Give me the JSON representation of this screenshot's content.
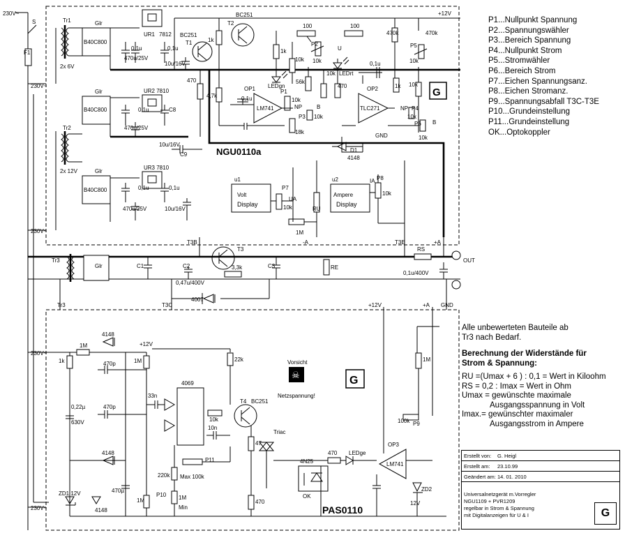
{
  "boards": {
    "top": "NGU0110a",
    "bottom": "PAS0110"
  },
  "supply_labels": {
    "v230_top": "230V~",
    "v230_a": "230V~",
    "v230_b": "230V~",
    "v230_c": "230V~",
    "v230_d": "230V~",
    "plus12_top": "+12V",
    "plus12_mid": "+12V",
    "plus12_low": "+12V",
    "gnd": "GND",
    "gnd2": "GND",
    "plusA": "+A",
    "plusA2": "+A",
    "plusA3": "+A",
    "minusA": "-A",
    "out": "OUT",
    "s": "S"
  },
  "components": {
    "f1": "F1",
    "tr1": "Tr1",
    "tr1_sec": "2x 6V",
    "tr2": "Tr2",
    "tr2_sec": "2x 12V",
    "tr3": "Tr3",
    "tr3b": "Tr3",
    "glr1": "Glr",
    "glr2": "Glr",
    "glr3": "Glr",
    "glr4": "Glr",
    "br1": "B40C800",
    "br2": "B40C800",
    "br3": "B40C800",
    "ur1": "UR1",
    "ur1_type": "7812",
    "ur2": "UR2 7810",
    "ur3": "UR3 7810",
    "c_01u": "0,1u",
    "c_470u": "470u/25V",
    "c_10u": "10u/16V",
    "c8": "C8",
    "c9": "C9",
    "bc251": "BC251",
    "t1": "T1",
    "t2": "T2",
    "bc251b": "BC251",
    "t3": "T3",
    "t4": "T4",
    "bc251c": "BC251",
    "r1k": "1k",
    "r100a": "100",
    "r100b": "100",
    "r470a": "470k",
    "r470b": "470k",
    "r470": "470",
    "r10k": "10k",
    "r4k7": "4,7k",
    "r18k": "18k",
    "r56k": "56k",
    "r1m": "1M",
    "r3k3": "3,3k",
    "re": "RE",
    "rs": "RS",
    "ru": "RU",
    "op1": "OP1",
    "op1_type": "LM741",
    "op2": "OP2",
    "op2_type": "TLC271",
    "op3": "OP3",
    "op3_type": "LM741",
    "ledgn": "LEDgn",
    "ledrt": "LEDrt",
    "ledge": "LEDge",
    "np": "NP",
    "d1": "D1",
    "d1_type": "4148",
    "u1": "u1",
    "u2": "u2",
    "volt": "Volt",
    "ampere": "Ampere",
    "display": "Display",
    "display2": "Display",
    "p1": "P1",
    "p2": "P2",
    "p3": "P3",
    "p4": "P4",
    "p5": "P5",
    "p6": "P6",
    "p7": "P7",
    "p8": "P8",
    "p9": "P9",
    "p10": "P10",
    "p11": "P11",
    "ua": "UA",
    "ia": "IA",
    "u": "U",
    "b": "B",
    "t3b": "T3B",
    "t3e": "T3E",
    "t3c": "T3C",
    "c1": "C1",
    "c2": "C2",
    "c3": "C3",
    "c2v": "0,47u/400V",
    "cout": "0,1u/400V",
    "d4007": "4007",
    "d4148a": "4148",
    "d4148b": "4148",
    "d4148c": "4148",
    "c470p": "470p",
    "c470p2": "470p",
    "c33n": "33n",
    "c10n": "10n",
    "c022": "0,22µ",
    "c630": "630V",
    "c470u": "470µ",
    "zd1": "ZD1 12V",
    "zd2": "ZD2",
    "v12": "12V",
    "ic4069": "4069",
    "r22k": "22k",
    "r220k": "220k",
    "max100k": "Max 100k",
    "min": "Min",
    "r100k": "100k",
    "triac": "Triac",
    "r47": "47",
    "n4n25": "4N25",
    "ok": "OK",
    "versicht": "Vorsicht",
    "netz": "Netzspannung!"
  },
  "legend": [
    "P1...Nullpunkt Spannung",
    "P2...Spannungswähler",
    "P3...Bereich Spannung",
    "P4...Nullpunkt Strom",
    "P5...Stromwähler",
    "P6...Bereich Strom",
    "P7...Eichen Spannungsanz.",
    "P8...Eichen Stromanz.",
    "P9...Spannungsabfall T3C-T3E",
    "P10...Grundeinstellung",
    "P11...Grundeinstellung",
    "OK...Optokoppler"
  ],
  "notes": {
    "line1": "Alle unbewerteten Bauteile ab",
    "line2": "Tr3 nach Bedarf.",
    "heading1": "Berechnung der Widerstände für",
    "heading2": "Strom & Spannung:",
    "f1": "RU =(Umax + 6 ) : 0,1 = Wert in Kiloohm",
    "f2": "RS = 0,2 : Imax = Wert in Ohm",
    "f3": "Umax = gewünschte maximale",
    "f3b": "Ausgangsspannung in Volt",
    "f4": "Imax.= gewünschter maximaler",
    "f4b": "Ausgangsstrom in Ampere"
  },
  "title_block": {
    "k1": "Erstellt von:",
    "v1": "G. Heigl",
    "k2": "Erstellt am:",
    "v2": "23.10.99",
    "k3": "Geändert am:",
    "v3": "14. 01. 2010",
    "d1": "Universalnetzgerät m.Vorregler",
    "d2": "NGU1109    +    PVR1209",
    "d3": "regelbar in Strom & Spannung",
    "d4": "mit Digitalanzeigen für U & I",
    "logo": "G"
  }
}
